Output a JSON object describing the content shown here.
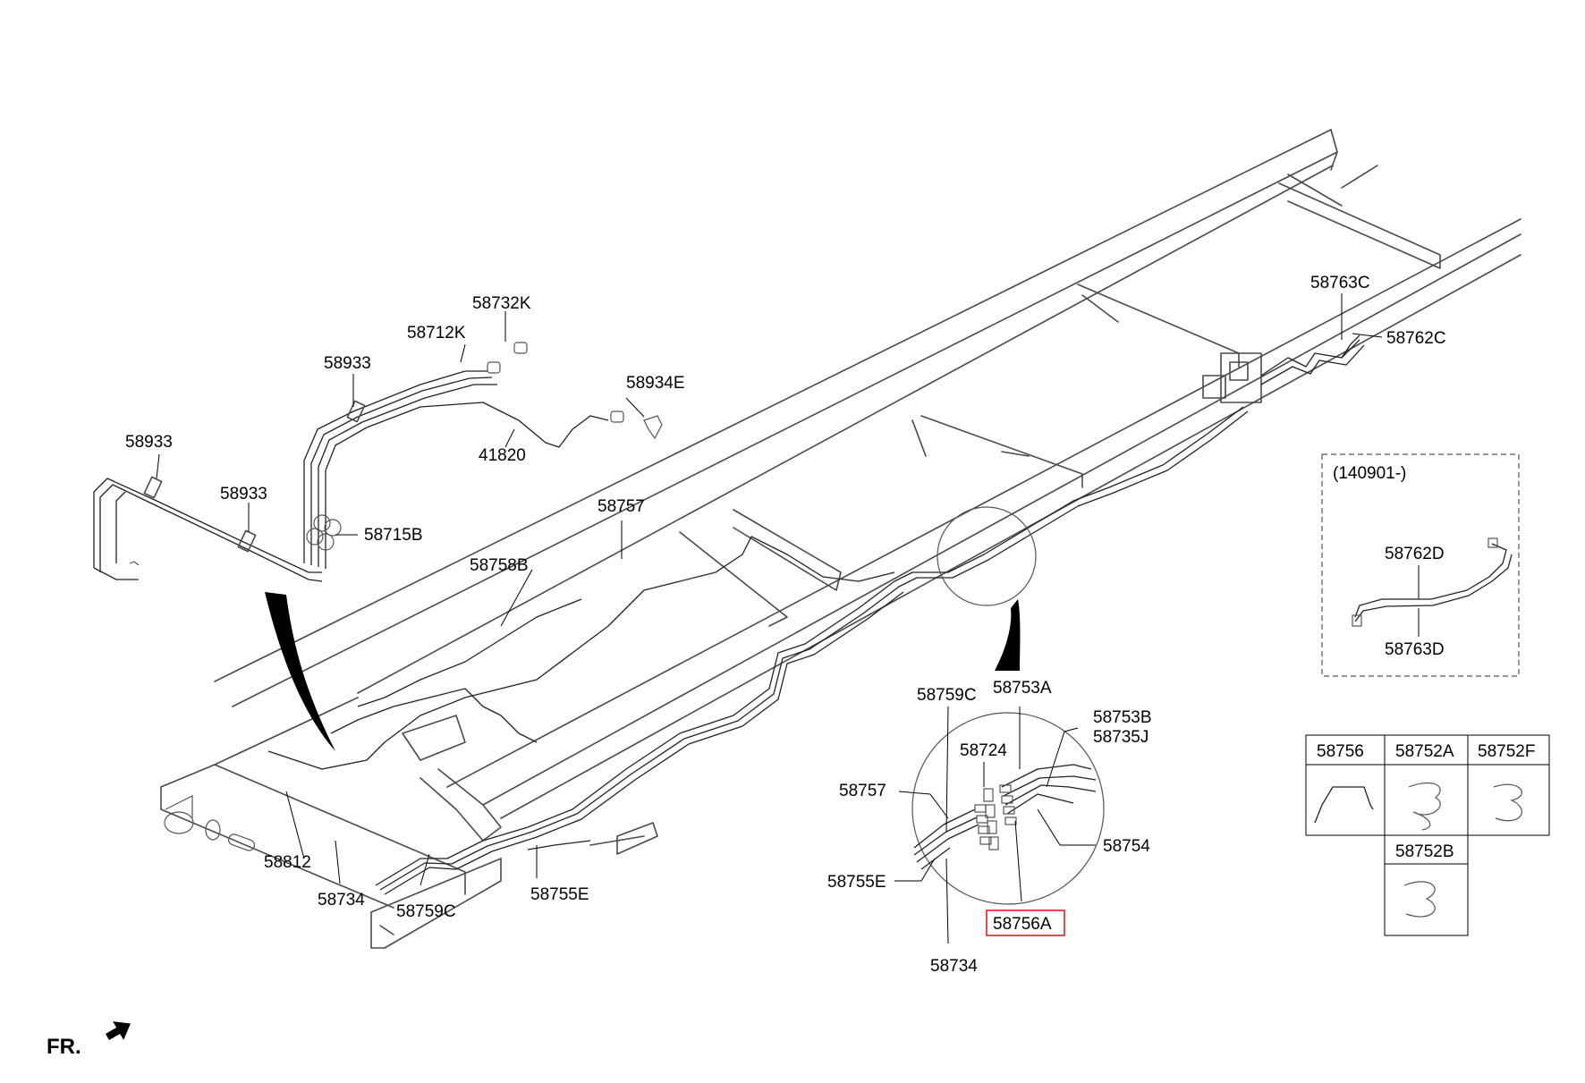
{
  "labels": {
    "p58732K": "58732K",
    "p58712K": "58712K",
    "p58933_a": "58933",
    "p58933_b": "58933",
    "p58933_c": "58933",
    "p58934E": "58934E",
    "p41820": "41820",
    "p58715B": "58715B",
    "p58757_top": "58757",
    "p58758B": "58758B",
    "p58812": "58812",
    "p58734_main": "58734",
    "p58759C_main": "58759C",
    "p58755E_main": "58755E",
    "p58763C": "58763C",
    "p58762C": "58762C",
    "p58759C_det": "58759C",
    "p58753A": "58753A",
    "p58753B": "58753B",
    "p58735J": "58735J",
    "p58724": "58724",
    "p58757_det": "58757",
    "p58754": "58754",
    "p58755E_det": "58755E",
    "p58756A": "58756A",
    "p58734_det": "58734"
  },
  "inset": {
    "date": "(140901-)",
    "part_top": "58762D",
    "part_bottom": "58763D"
  },
  "parts_table": {
    "cells": [
      "58756",
      "58752A",
      "58752F",
      "58752B"
    ]
  },
  "direction": "FR.",
  "highlight_color": "#e0201c"
}
